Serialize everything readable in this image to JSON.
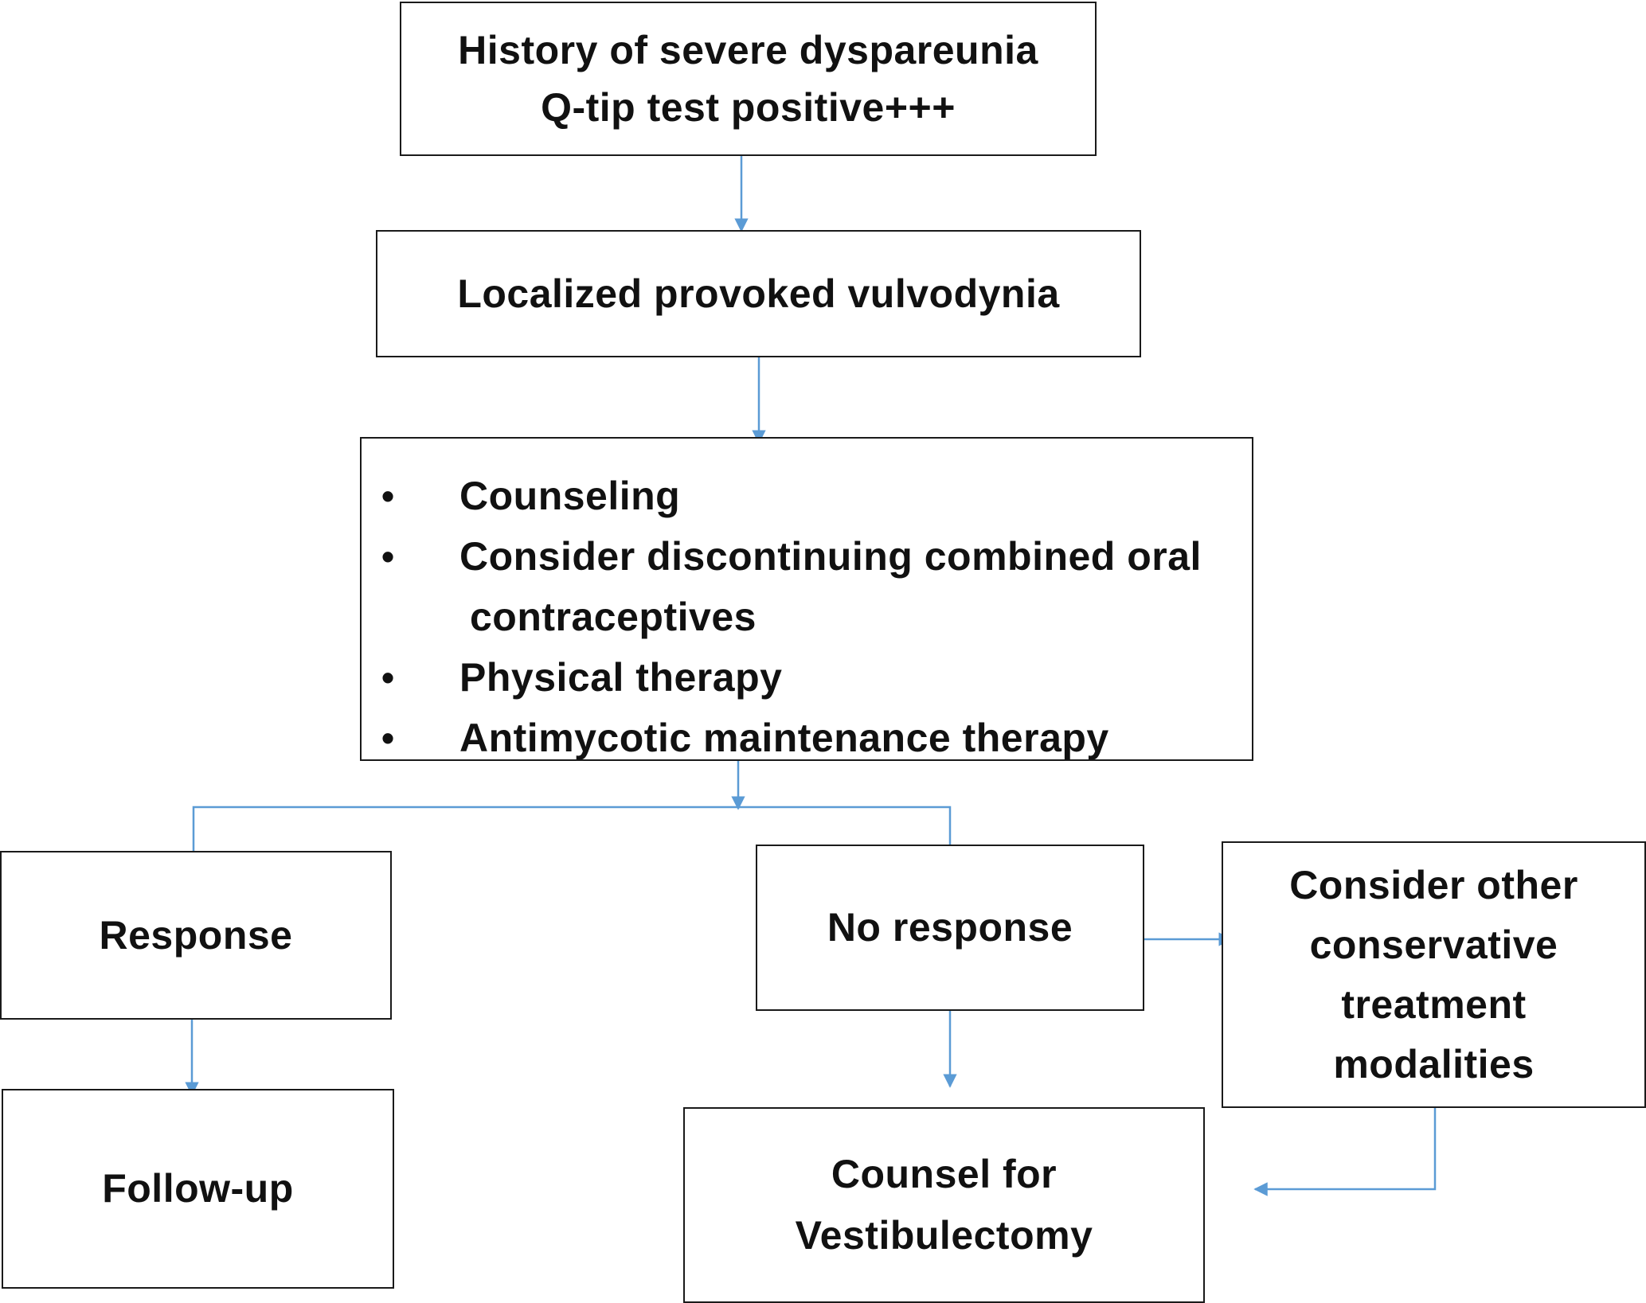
{
  "boxes": {
    "history": {
      "lines": [
        "History of severe dyspareunia",
        "Q-tip test positive+++"
      ]
    },
    "diagnosis": {
      "label": "Localized provoked vulvodynia"
    },
    "treatment": {
      "bullet_symbol": "•",
      "items": [
        {
          "text": "Counseling"
        },
        {
          "text": "Consider discontinuing combined oral",
          "continuation": "contraceptives"
        },
        {
          "text": "Physical therapy"
        },
        {
          "text": "Antimycotic maintenance therapy"
        }
      ]
    },
    "response": {
      "label": "Response"
    },
    "no_response": {
      "label": "No response"
    },
    "other_modalities": {
      "lines": [
        "Consider other",
        "conservative",
        "treatment",
        "modalities"
      ]
    },
    "follow_up": {
      "label": "Follow-up"
    },
    "vestibulectomy": {
      "lines": [
        "Counsel for",
        "Vestibulectomy"
      ]
    }
  },
  "colors": {
    "arrow": "#5b9bd5",
    "border": "#1a1a1a",
    "text": "#111111",
    "background": "#ffffff"
  }
}
